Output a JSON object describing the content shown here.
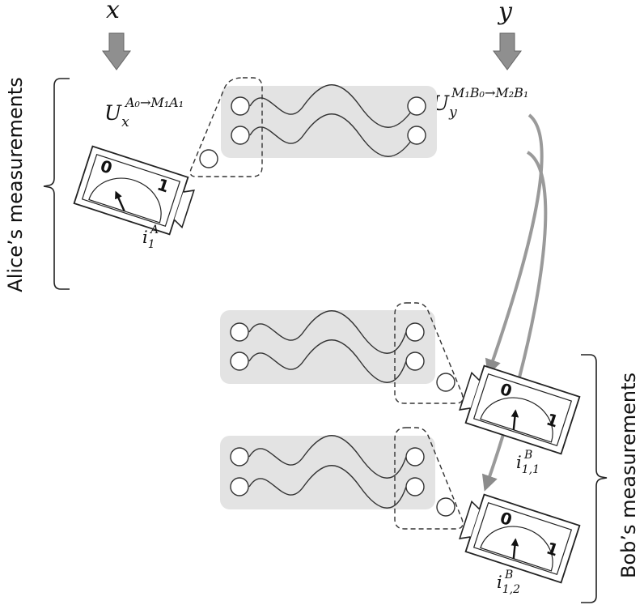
{
  "inputs": {
    "x_label": "x",
    "y_label": "y"
  },
  "alice": {
    "unitary_base": "U",
    "unitary_sub": "x",
    "unitary_sup": "A₀→M₁A₁",
    "meter": {
      "dial_zero": "0",
      "dial_one": "1",
      "outcome_base": "i",
      "outcome_sub": "1",
      "outcome_sup": "A"
    },
    "brace_label": "Alice’s measurements"
  },
  "bob": {
    "unitary_base": "U",
    "unitary_sub": "y",
    "unitary_sup": "M₁B₀→M₂B₁",
    "meter_1": {
      "dial_zero": "0",
      "dial_one": "1",
      "outcome_base": "i",
      "outcome_sub": "1,1",
      "outcome_sup": "B"
    },
    "meter_2": {
      "dial_zero": "0",
      "dial_one": "1",
      "outcome_base": "i",
      "outcome_sub": "1,2",
      "outcome_sup": "B"
    },
    "brace_label": "Bob’s measurements"
  },
  "colors": {
    "stroke": "#333333",
    "box_fill": "#e3e3e3",
    "arrow_gray": "#9a9a9a",
    "arrow_head": "#8c8c8c"
  }
}
